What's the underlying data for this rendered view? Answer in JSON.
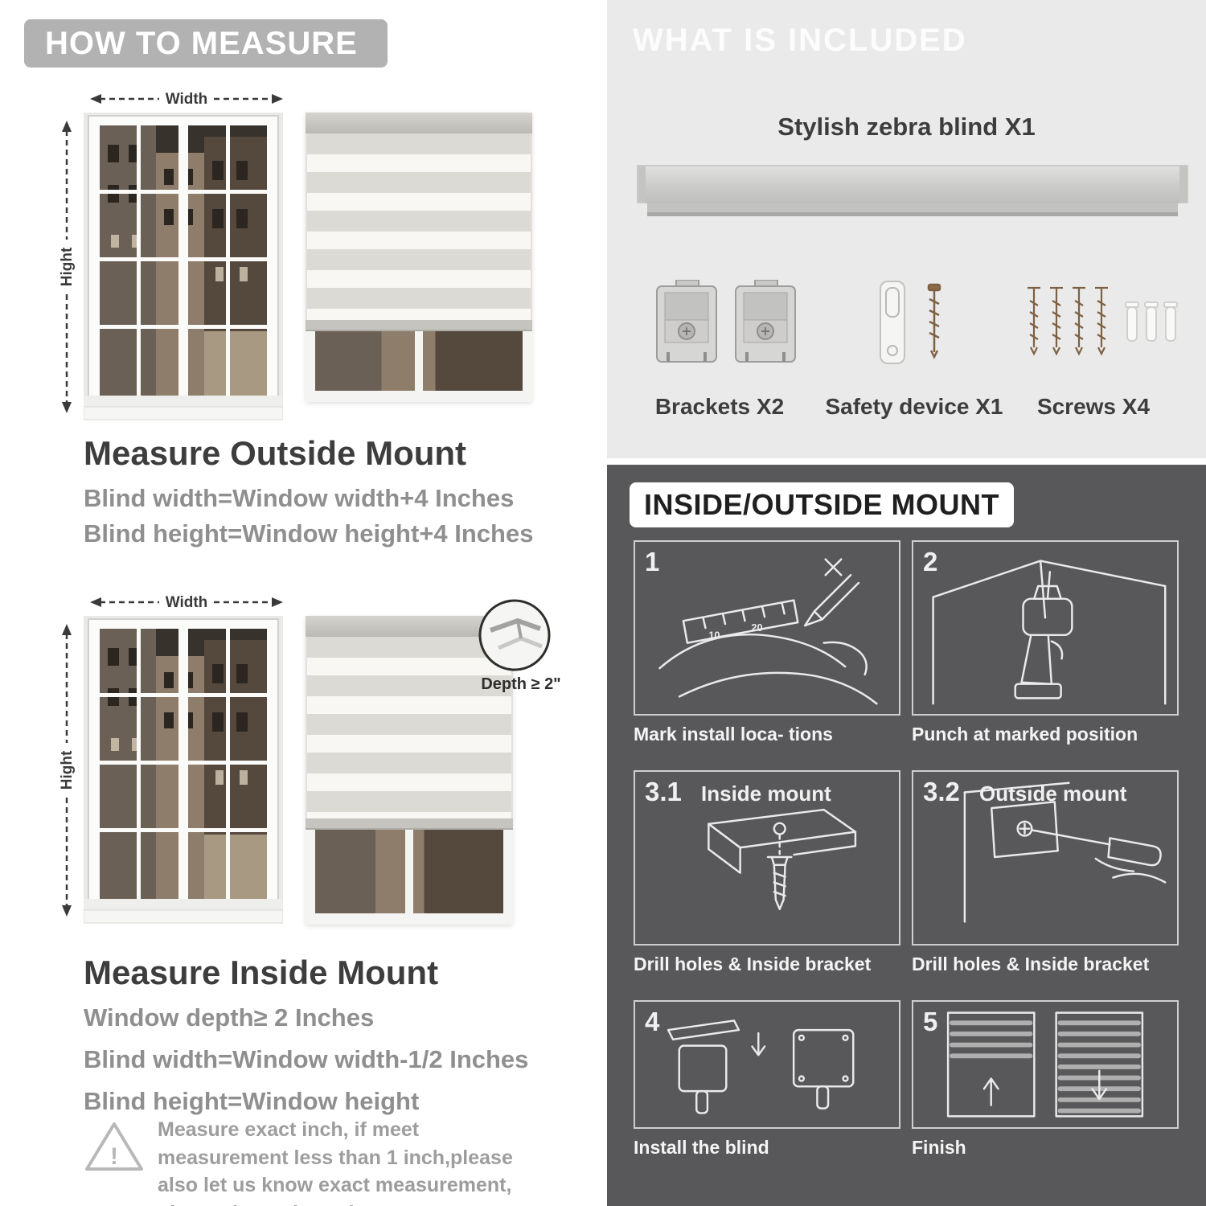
{
  "left": {
    "header": "HOW TO MEASURE",
    "outside": {
      "width_label": "Width",
      "height_label": "Hight",
      "heading": "Measure Outside Mount",
      "formulas": [
        "Blind width=Window width+4 Inches",
        "Blind height=Window height+4 Inches"
      ]
    },
    "inside": {
      "width_label": "Width",
      "height_label": "Hight",
      "depth_label": "Depth ≥ 2\"",
      "heading": "Measure Inside Mount",
      "formulas": [
        "Window depth≥ 2 Inches",
        "Blind width=Window width-1/2 Inches",
        "Blind height=Window height"
      ]
    },
    "note": "Measure exact inch, if meet measurement less than 1 inch,please also let us know exact measurement, please do not leave it"
  },
  "included": {
    "header": "WHAT IS INCLUDED",
    "blind_label": "Stylish zebra blind X1",
    "items": [
      {
        "label": "Brackets X2"
      },
      {
        "label": "Safety device X1"
      },
      {
        "label": "Screws X4"
      }
    ]
  },
  "mount": {
    "header": "INSIDE/OUTSIDE MOUNT",
    "steps": [
      {
        "num": "1",
        "caption": "Mark install loca- tions"
      },
      {
        "num": "2",
        "caption": "Punch at  marked position"
      },
      {
        "num": "3.1",
        "title": "Inside mount",
        "caption": "Drill holes &  Inside bracket"
      },
      {
        "num": "3.2",
        "title": "Outside mount",
        "caption": "Drill holes &  Inside bracket"
      },
      {
        "num": "4",
        "caption": "Install the blind"
      },
      {
        "num": "5",
        "caption": "Finish"
      }
    ]
  },
  "colors": {
    "header_pill_bg": "#b2b2b2",
    "light_panel_bg": "#eaeaea",
    "dark_panel_bg": "#58585a",
    "heading_text": "#3d3d3d",
    "muted_text": "#8f8f8f"
  }
}
